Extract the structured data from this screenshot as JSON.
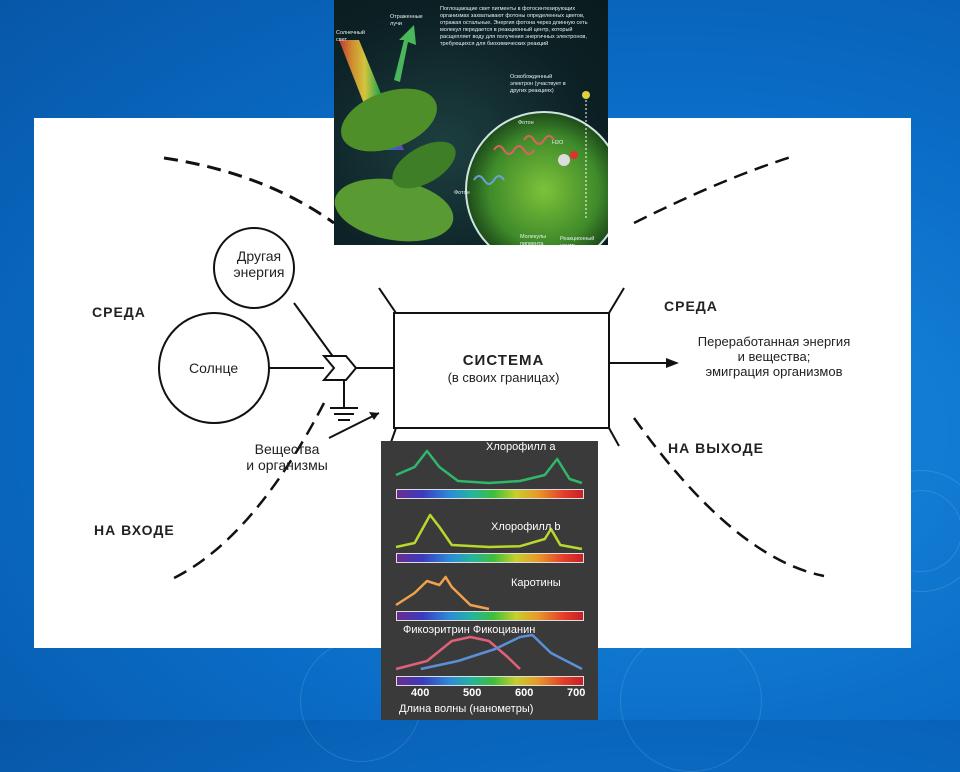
{
  "diagram": {
    "sreda_left": "СРЕДА",
    "na_vhode": "НА ВХОДЕ",
    "sreda_right": "СРЕДА",
    "na_vyhode": "НА ВЫХОДЕ",
    "other_energy_l1": "Другая",
    "other_energy_l2": "энергия",
    "sun": "Солнце",
    "inputs_l1": "Вещества",
    "inputs_l2": "и организмы",
    "system_title": "СИСТЕМА",
    "system_sub": "(в своих границах)",
    "output_l1": "Переработанная энергия",
    "output_l2": "и вещества;",
    "output_l3": "эмиграция организмов"
  },
  "photosynthesis_inset": {
    "sunlight": "Солнечный свет",
    "reflected": "Отраженные лучи",
    "description": "Поглощающие свет пигменты в фотосинтезирующих организмах захватывают фотоны определенных цветов, отражая остальные. Энергия фотона через длинную сеть молекул передается в реакционный центр, который расщепляет воду для получения энергичных электронов, требующихся для биохимических реакций",
    "released_electron": "Освобожденный электрон (участвует в других реакциях)",
    "photon_a": "Фотон",
    "photon_b": "Фотон",
    "water": "H2O",
    "reaction_center": "Реакционный центр",
    "pigment_molecules": "Молекулы пигмента"
  },
  "spectra": {
    "chart_data": [
      {
        "type": "line",
        "title": "Хлорофилл a",
        "x": [
          400,
          430,
          450,
          470,
          500,
          550,
          600,
          640,
          660,
          680,
          700
        ],
        "values": [
          0.3,
          0.5,
          0.9,
          0.5,
          0.15,
          0.1,
          0.15,
          0.3,
          0.7,
          0.2,
          0.1
        ]
      },
      {
        "type": "line",
        "title": "Хлорофилл b",
        "x": [
          400,
          430,
          455,
          470,
          490,
          550,
          600,
          640,
          650,
          665,
          700
        ],
        "values": [
          0.1,
          0.2,
          0.9,
          0.6,
          0.15,
          0.1,
          0.12,
          0.3,
          0.55,
          0.15,
          0.05
        ]
      },
      {
        "type": "line",
        "title": "Каротины",
        "x": [
          400,
          430,
          450,
          470,
          480,
          490,
          520,
          550
        ],
        "values": [
          0.1,
          0.4,
          0.7,
          0.6,
          0.8,
          0.55,
          0.1,
          0.0
        ]
      },
      {
        "type": "line",
        "series": [
          {
            "name": "Фикоэритрин",
            "x": [
              400,
              450,
              490,
              520,
              550,
              580,
              600
            ],
            "values": [
              0.1,
              0.3,
              0.8,
              0.9,
              0.8,
              0.4,
              0.1
            ]
          },
          {
            "name": "Фикоцианин",
            "x": [
              440,
              500,
              560,
              600,
              620,
              650,
              700
            ],
            "values": [
              0.1,
              0.3,
              0.6,
              0.9,
              0.95,
              0.5,
              0.1
            ]
          }
        ],
        "xticks": [
          400,
          500,
          600,
          700
        ],
        "xlabel": "Длина волны (нанометры)"
      }
    ],
    "title_chl_a": "Хлорофилл а",
    "title_chl_b": "Хлорофилл b",
    "title_carot": "Каротины",
    "phyco_label": "Фикоэритрин Фикоцианин",
    "tick_400": "400",
    "tick_500": "500",
    "tick_600": "600",
    "tick_700": "700",
    "xlabel": "Длина волны (нанометры)",
    "colors": {
      "chl_a": "#2fb86a",
      "chl_b": "#b8d82a",
      "carot": "#f0a24a",
      "phycoerythrin": "#e0607a",
      "phycocyanin": "#5b8fd6"
    }
  }
}
